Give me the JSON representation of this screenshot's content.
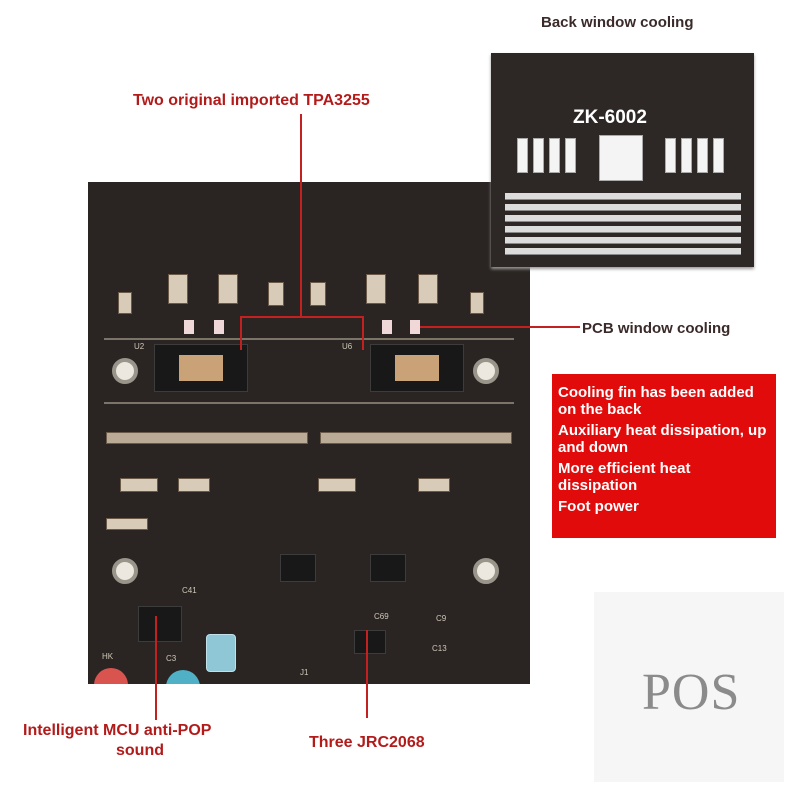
{
  "labels": {
    "back_window_cooling": "Back window cooling",
    "two_tpa3255": "Two original imported TPA3255",
    "pcb_window_cooling": "PCB window cooling",
    "mcu_line1": "Intelligent MCU anti-POP",
    "mcu_line2": "sound",
    "jrc2068": "Three JRC2068"
  },
  "back_module": {
    "model": "ZK-6002"
  },
  "feature_box": {
    "items": [
      "Cooling fin has been added on the back",
      "Auxiliary heat dissipation, up and down",
      "More efficient heat dissipation",
      "Foot power"
    ]
  },
  "watermark": "POS",
  "board_labels": {
    "u2": "U2",
    "u6": "U6",
    "c41": "C41",
    "c3": "C3",
    "j1": "J1",
    "c9": "C9",
    "c13": "C13",
    "c69": "C69",
    "hk": "HK"
  },
  "colors": {
    "label_red": "#b31b1b",
    "box_red": "#e10b0b",
    "pcb": "#2a2522"
  }
}
